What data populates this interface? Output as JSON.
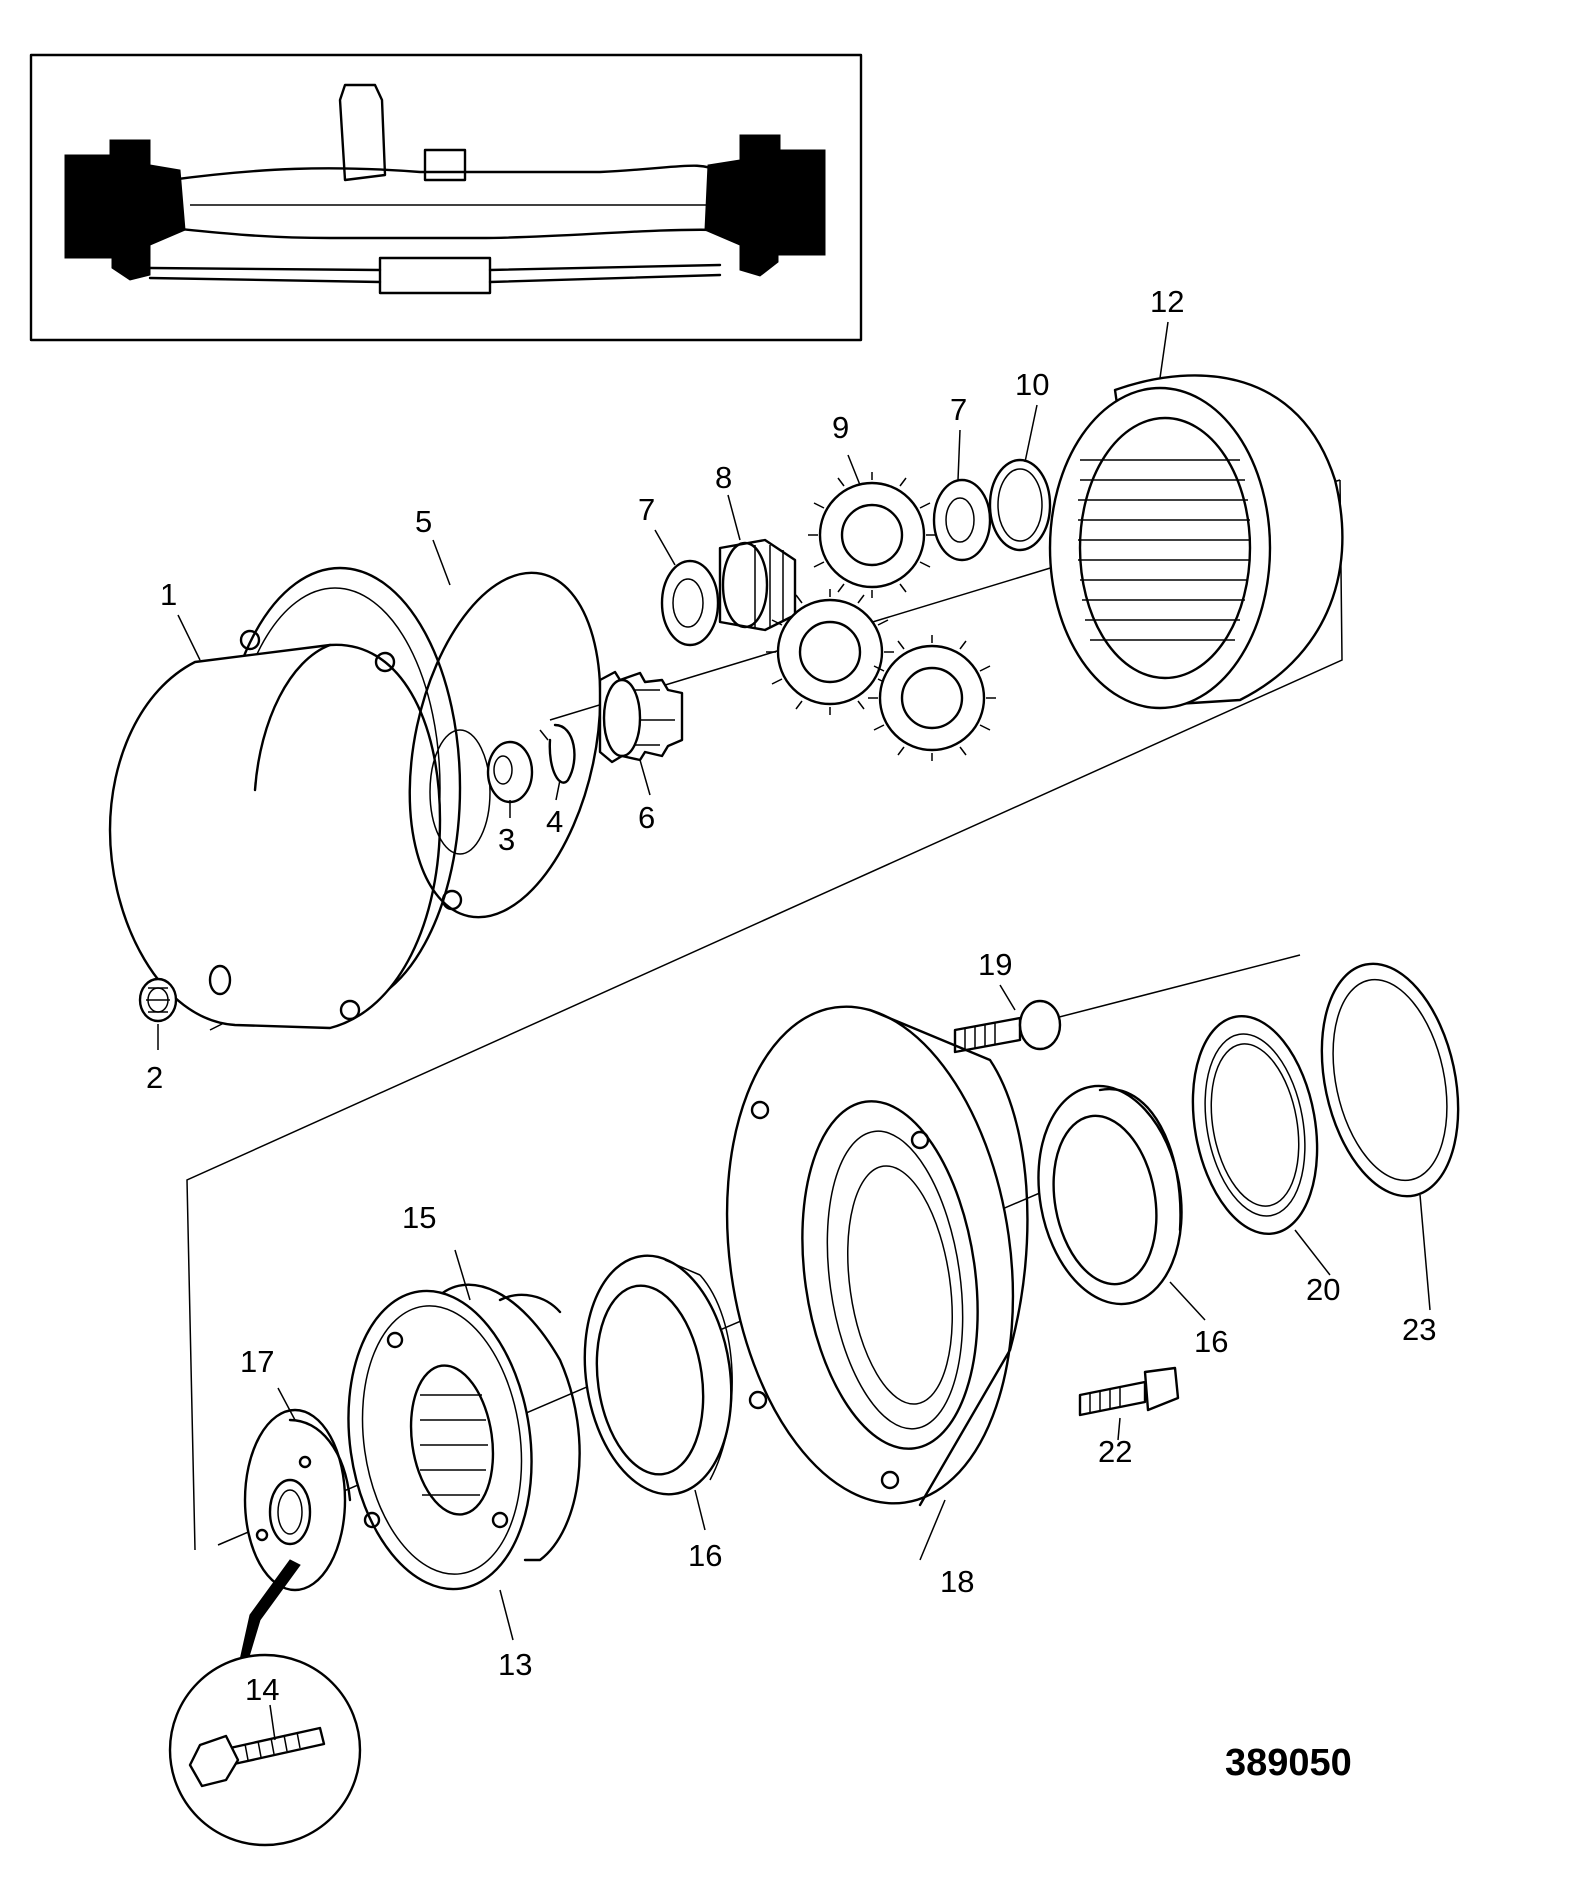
{
  "drawing_number": "389050",
  "inset_label": "",
  "callouts": {
    "c1": "1",
    "c2": "2",
    "c3": "3",
    "c4": "4",
    "c5": "5",
    "c6": "6",
    "c7a": "7",
    "c7b": "7",
    "c8": "8",
    "c9": "9",
    "c10": "10",
    "c12": "12",
    "c13": "13",
    "c14": "14",
    "c15": "15",
    "c16a": "16",
    "c16b": "16",
    "c17": "17",
    "c18": "18",
    "c19": "19",
    "c20": "20",
    "c22": "22",
    "c23": "23"
  },
  "colors": {
    "ink": "#000000",
    "paper": "#ffffff"
  }
}
